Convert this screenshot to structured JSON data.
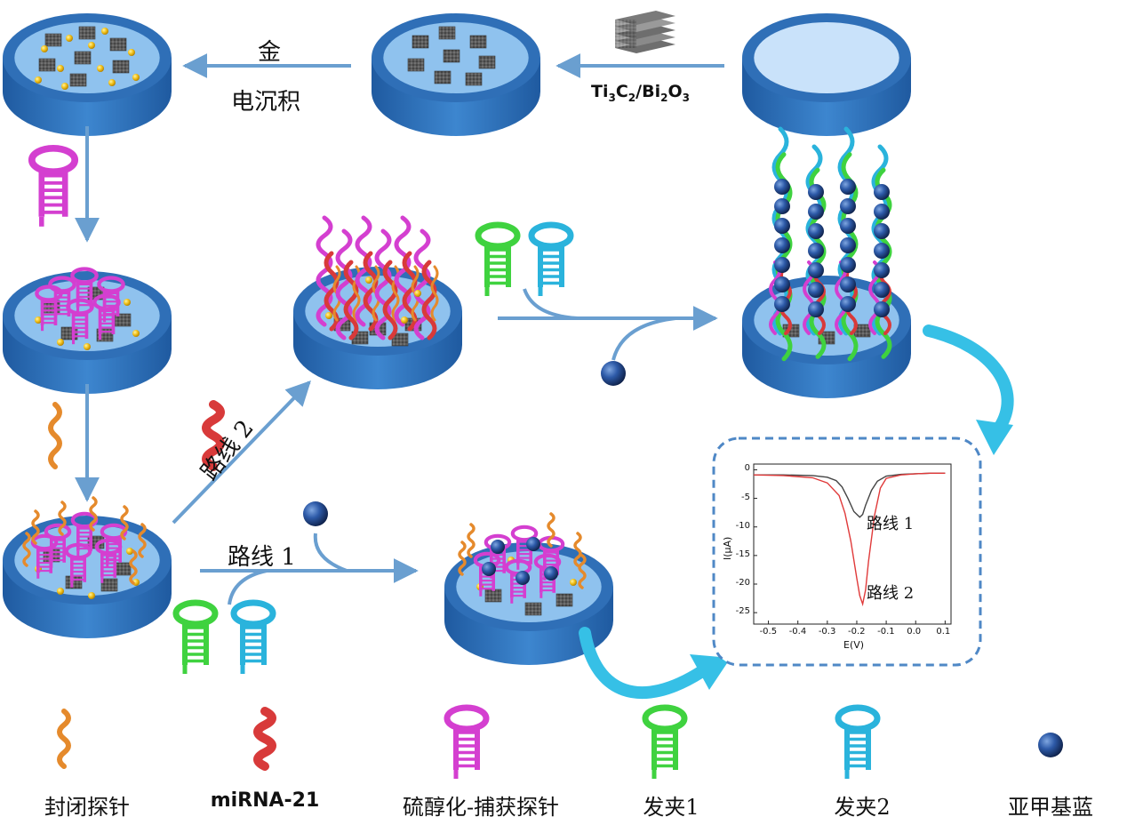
{
  "labels": {
    "gold": "金",
    "electrodeposition": "电沉积",
    "material": {
      "prefix": "Ti",
      "s1": "3",
      "c": "C",
      "s2": "2",
      "mid": "/Bi",
      "s3": "2",
      "o": "O",
      "s4": "3"
    },
    "route1": "路线  1",
    "route2": "路线  2"
  },
  "legend": {
    "blocking_probe": "封闭探针",
    "mirna": "miRNA-21",
    "capture_probe": "硫醇化-捕获探针",
    "hairpin1": "发夹1",
    "hairpin2": "发夹2",
    "methylene_blue": "亚甲基蓝"
  },
  "colors": {
    "electrode_side": "#2f6fb7",
    "electrode_top": "#8fc2ee",
    "arrow": "#6a9fd0",
    "blocking_probe": "#e58a2c",
    "mirna": "#d83a3a",
    "capture_probe": "#d43fd0",
    "hairpin1": "#3fd23f",
    "hairpin2": "#2ab3dc",
    "methylene_blue": "#1e3f7a",
    "gold": "#f2c21b",
    "curve_route1": "#444444",
    "curve_route2": "#e03a3a"
  },
  "chart_data": {
    "type": "line",
    "xlabel": "E(V)",
    "ylabel": "I(μA)",
    "xlim": [
      -0.55,
      0.12
    ],
    "ylim": [
      -27,
      1
    ],
    "xticks": [
      "-0.5",
      "-0.4",
      "-0.3",
      "-0.2",
      "-0.1",
      "0.0",
      "0.1"
    ],
    "yticks": [
      "0",
      "-5",
      "-10",
      "-15",
      "-20",
      "-25"
    ],
    "series": [
      {
        "name": "路线 1",
        "color": "#444444",
        "x": [
          -0.55,
          -0.45,
          -0.35,
          -0.3,
          -0.27,
          -0.25,
          -0.23,
          -0.21,
          -0.19,
          -0.18,
          -0.17,
          -0.15,
          -0.13,
          -0.1,
          -0.05,
          0.0,
          0.05,
          0.1
        ],
        "y": [
          -0.9,
          -0.9,
          -1.0,
          -1.3,
          -1.9,
          -3.0,
          -5.0,
          -7.3,
          -8.3,
          -7.8,
          -6.2,
          -3.6,
          -2.0,
          -1.1,
          -0.8,
          -0.7,
          -0.6,
          -0.6
        ]
      },
      {
        "name": "路线 2",
        "color": "#e03a3a",
        "x": [
          -0.55,
          -0.45,
          -0.35,
          -0.3,
          -0.26,
          -0.24,
          -0.22,
          -0.2,
          -0.19,
          -0.18,
          -0.17,
          -0.16,
          -0.14,
          -0.12,
          -0.1,
          -0.05,
          0.0,
          0.05,
          0.1
        ],
        "y": [
          -0.9,
          -1.0,
          -1.4,
          -2.3,
          -4.5,
          -7.6,
          -12.5,
          -19.0,
          -22.0,
          -23.5,
          -21.0,
          -16.0,
          -8.0,
          -3.2,
          -1.5,
          -0.9,
          -0.7,
          -0.6,
          -0.6
        ]
      }
    ]
  }
}
